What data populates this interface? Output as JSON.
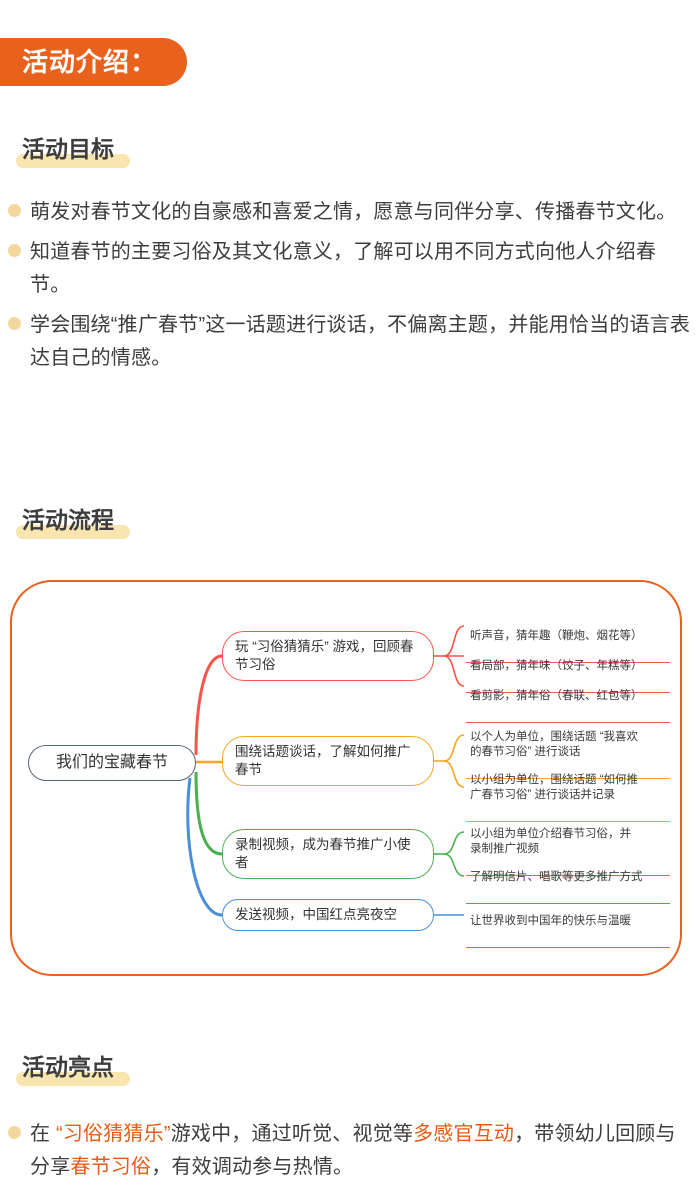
{
  "banner": {
    "title": "活动介绍：",
    "color": "#e8611d"
  },
  "sections": {
    "goal": {
      "heading": "活动目标",
      "highlight_color": "#f8e5b0"
    },
    "flow": {
      "heading": "活动流程"
    },
    "highlight": {
      "heading": "活动亮点"
    }
  },
  "goals": [
    {
      "text": "萌发对春节文化的自豪感和喜爱之情，愿意与同伴分享、传播春节文化。"
    },
    {
      "text": "知道春节的主要习俗及其文化意义，了解可以用不同方式向他人介绍春节。"
    },
    {
      "text": "学会围绕“推广春节”这一话题进行谈话，不偏离主题，并能用恰当的语言表达自己的情感。"
    }
  ],
  "highlights": [
    {
      "parts": [
        {
          "text": "在 ",
          "accent": false
        },
        {
          "text": "“习俗猜猜乐”",
          "accent": true
        },
        {
          "text": "游戏中，通过听觉、视觉等",
          "accent": false
        },
        {
          "text": "多感官互动",
          "accent": true
        },
        {
          "text": "，带领幼儿回顾与分享",
          "accent": false
        },
        {
          "text": "春节习俗",
          "accent": true
        },
        {
          "text": "，有效调动参与热情。",
          "accent": false
        }
      ]
    }
  ],
  "mindmap": {
    "root": {
      "label": "我们的宝藏春节",
      "color": "#5a6478"
    },
    "container_color": "#e8611d",
    "branches": [
      {
        "label": "玩 “习俗猜猜乐” 游戏，回顾春节习俗",
        "color": "#f4564a",
        "leaves": [
          "听声音，猜年趣（鞭炮、烟花等）",
          "看局部，猜年味（饺子、年糕等）",
          "看剪影，猜年俗（春联、红包等）"
        ]
      },
      {
        "label": "围绕话题谈话，了解如何推广春节",
        "color": "#f5a623",
        "leaves": [
          "以个人为单位，围绕话题 “我喜欢\n的春节习俗” 进行谈话",
          "以小组为单位，围绕话题 “如何推\n广春节习俗” 进行谈话并记录"
        ]
      },
      {
        "label": "录制视频，成为春节推广小使者",
        "color": "#4caf50",
        "leaves": [
          "以小组为单位介绍春节习俗，并\n录制推广视频",
          "了解明信片、唱歌等更多推广方式"
        ]
      },
      {
        "label": "发送视频，中国红点亮夜空",
        "color": "#4a90d9",
        "leaves": [
          "让世界收到中国年的快乐与温暖"
        ]
      }
    ]
  }
}
